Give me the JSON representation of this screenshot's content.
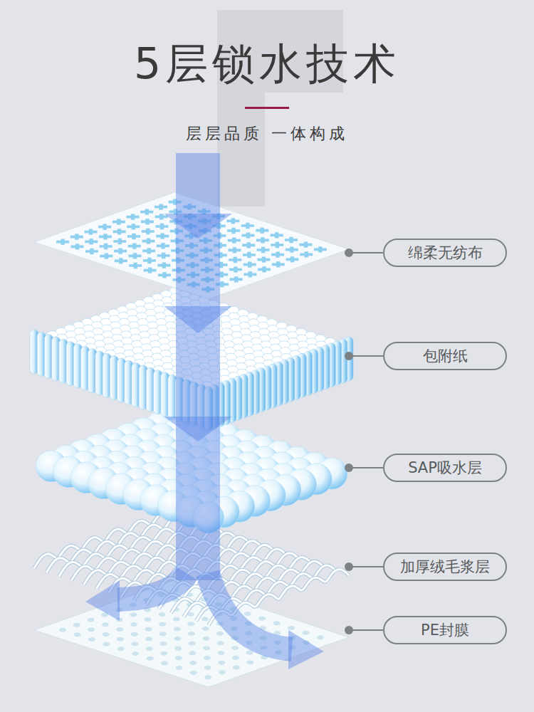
{
  "diagram": {
    "title": "5层锁水技术",
    "nodes": [
      {
        "text": [
          "绵柔无纺布"
        ]
      },
      {
        "text": [
          "包附纸"
        ]
      },
      {
        "text": [
          "SAP吸水层"
        ]
      },
      {
        "text": [
          "加厚绒毛浆层"
        ]
      },
      {
        "text": [
          "PE封膜"
        ]
      }
    ],
    "labels": [
      "层层品质 一体构成"
    ]
  }
}
